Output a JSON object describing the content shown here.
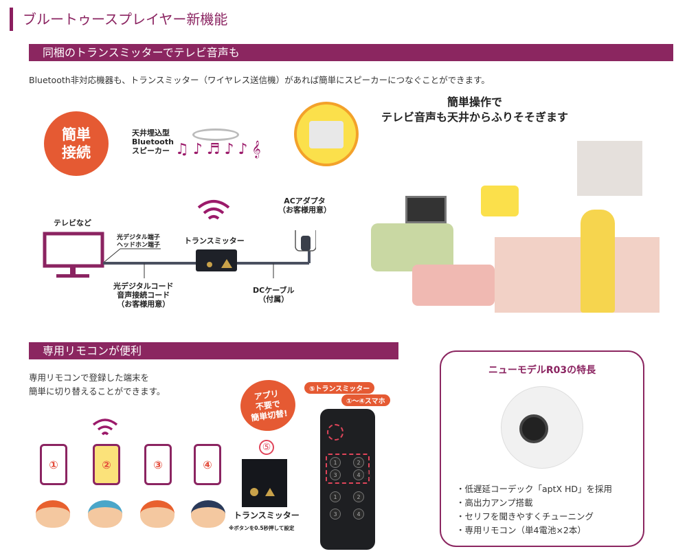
{
  "page": {
    "title": "ブルートゥースプレイヤー新機能"
  },
  "section1": {
    "heading": "同梱のトランスミッターでテレビ音声も",
    "description": "Bluetooth非対応機器も、トランスミッター（ワイヤレス送信機）があれば簡単にスピーカーにつなぐことができます。",
    "badge": [
      "簡単",
      "接続"
    ],
    "speaker_label": [
      "天井埋込型",
      "Bluetooth",
      "スピーカー"
    ],
    "tv_label": "テレビなど",
    "port_label": [
      "光デジタル端子",
      "ヘッドホン端子"
    ],
    "transmitter_label": "トランスミッター",
    "ac_label": [
      "ACアダプタ",
      "（お客様用意）"
    ],
    "cord_label": [
      "光デジタルコード",
      "音声接続コード",
      "（お客様用意）"
    ],
    "dc_label": [
      "DCケーブル",
      "（付属）"
    ],
    "illustration_caption": [
      "簡単操作で",
      "テレビ音声も天井からふりそそぎます"
    ]
  },
  "section2": {
    "heading": "専用リモコンが便利",
    "description": [
      "専用リモコンで登録した端末を",
      "簡単に切り替えることができます。"
    ],
    "phones": [
      "①",
      "②",
      "③",
      "④"
    ],
    "badge": [
      "アプリ",
      "不要で",
      "簡単切替!"
    ],
    "transmitter_number": "⑤",
    "transmitter_label": "トランスミッター",
    "transmitter_note": "※ボタンを0.5秒押して設定",
    "remote_callouts": [
      "⑤トランスミッター",
      "①～④スマホ"
    ],
    "remote_buttons": [
      "1",
      "2",
      "3",
      "4"
    ]
  },
  "panel": {
    "title": "ニューモデルR03の特長",
    "features": [
      "・低遅延コーデック「aptX HD」を採用",
      "・高出力アンプ搭載",
      "・セリフを聞きやすくチューニング",
      "・専用リモコン（単4電池×2本）"
    ]
  },
  "colors": {
    "brand": "#8b2660",
    "accent": "#e55a33"
  }
}
